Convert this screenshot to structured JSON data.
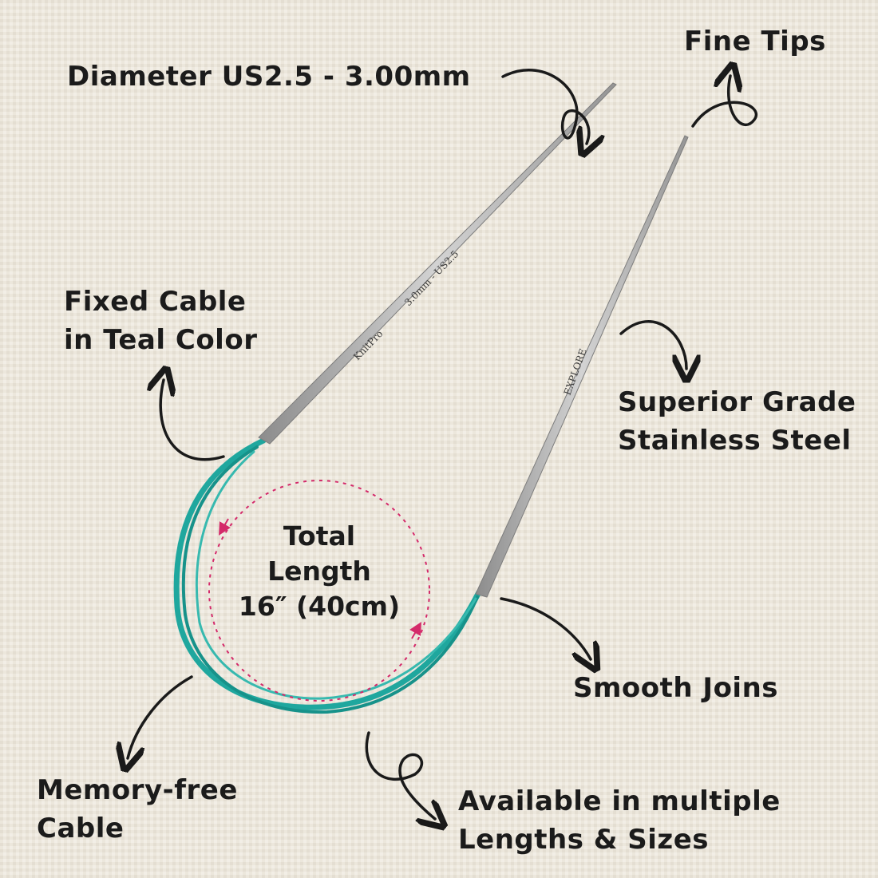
{
  "labels": {
    "diameter": "Diameter US2.5 - 3.00mm",
    "fine_tips": "Fine Tips",
    "fixed_cable": [
      "Fixed Cable",
      "in Teal Color"
    ],
    "steel": [
      "Superior Grade",
      "Stainless Steel"
    ],
    "total_length": [
      "Total",
      "Length",
      "16″ (40cm)"
    ],
    "smooth_joins": "Smooth Joins",
    "memory_free": [
      "Memory-free",
      "Cable"
    ],
    "available": [
      "Available in multiple",
      "Lengths & Sizes"
    ]
  },
  "needle_stamps": {
    "brand": "KnitPro",
    "size": "3.0mm - US2.5",
    "line": "EXPLORE"
  },
  "colors": {
    "background": "#ece7dc",
    "cable": "#1fa79e",
    "steel": "#a9a9a9",
    "arrow": "#1a1a1a",
    "dotted_circle": "#d42a6a"
  }
}
